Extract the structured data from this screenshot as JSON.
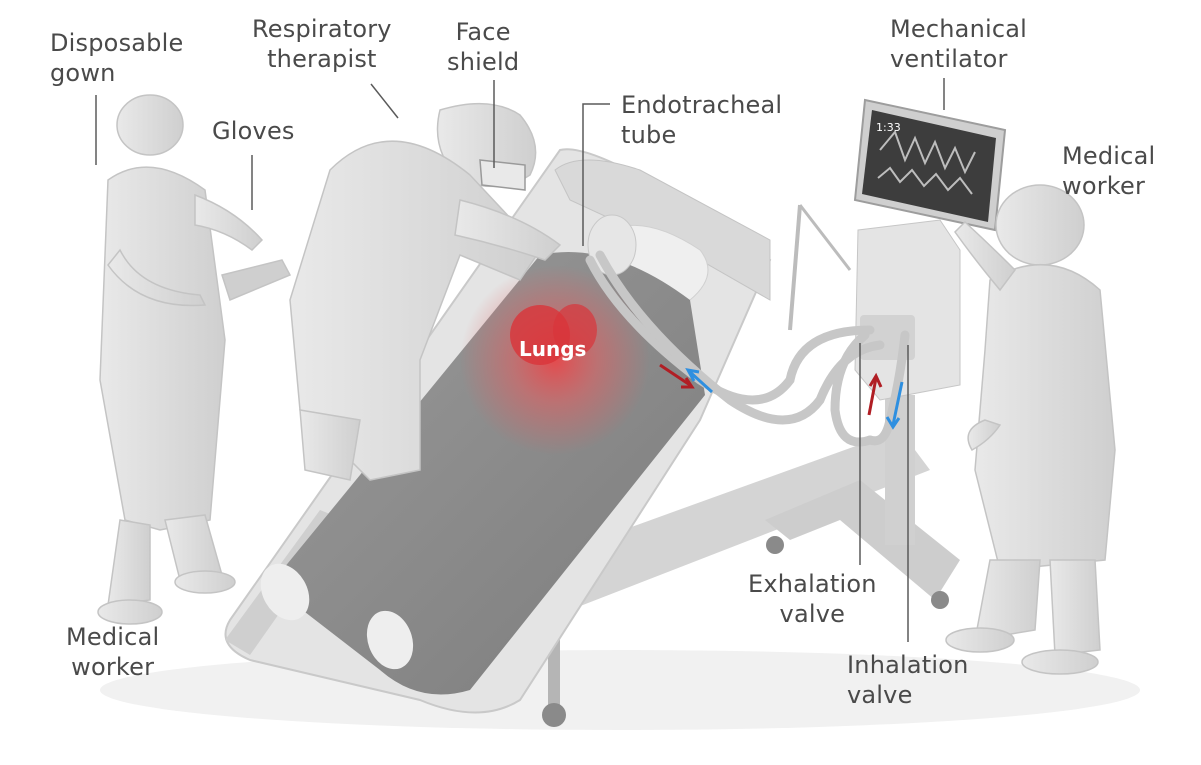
{
  "labels": {
    "disposable_gown": "Disposable\ngown",
    "respiratory_therapist": "Respiratory\ntherapist",
    "face_shield": "Face\nshield",
    "gloves": "Gloves",
    "endotracheal_tube": "Endotracheal\ntube",
    "mechanical_ventilator": "Mechanical\nventilator",
    "medical_worker_right": "Medical\nworker",
    "medical_worker_left": "Medical\nworker",
    "lungs": "Lungs",
    "exhalation_valve": "Exhalation\nvalve",
    "inhalation_valve": "Inhalation\nvalve"
  },
  "colors": {
    "figure": "#dedede",
    "figure_dark": "#bdbdbd",
    "sheet": "#8f8f8f",
    "lungs_glow": "#e03a3a",
    "exhale_arrow": "#b01e24",
    "inhale_arrow": "#2e8fe0",
    "leader_line": "#5a5a5a"
  },
  "ventilator_screen": {
    "readout": "1:33"
  }
}
